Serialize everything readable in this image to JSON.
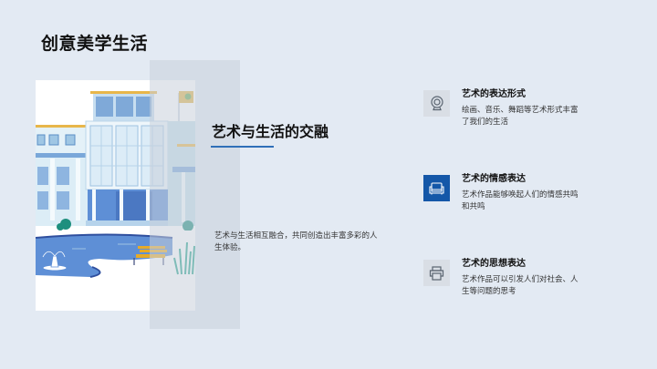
{
  "slide": {
    "title": "创意美学生活"
  },
  "main": {
    "heading": "艺术与生活的交融",
    "body": "艺术与生活相互融合，共同创造出丰富多彩的人生体验。",
    "illustration": "campus-building-illustration"
  },
  "features": [
    {
      "icon": "webcam-icon",
      "title": "艺术的表达形式",
      "desc": "绘画、音乐、舞蹈等艺术形式丰富了我们的生活",
      "active": false
    },
    {
      "icon": "sofa-icon",
      "title": "艺术的情感表达",
      "desc": "艺术作品能够唤起人们的情感共鸣和共鸣",
      "active": true
    },
    {
      "icon": "printer-icon",
      "title": "艺术的思想表达",
      "desc": "艺术作品可以引发人们对社会、人生等问题的思考",
      "active": false
    }
  ],
  "colors": {
    "background": "#e3eaf3",
    "accent": "#1457a8",
    "underline": "#2f6fb8",
    "icon_bg": "#d9dee5"
  }
}
